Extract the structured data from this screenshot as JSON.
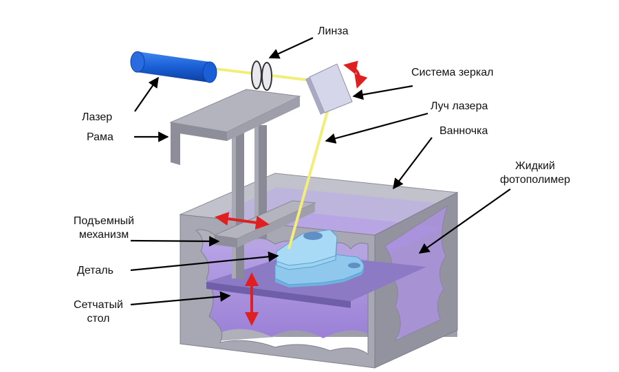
{
  "labels": {
    "lens": "Линза",
    "mirror_system": "Система зеркал",
    "laser_beam": "Луч лазера",
    "vat": "Ванночка",
    "liquid_photopolymer_line1": "Жидкий",
    "liquid_photopolymer_line2": "фотополимер",
    "laser": "Лазер",
    "frame": "Рама",
    "lifting_mechanism_line1": "Подъемный",
    "lifting_mechanism_line2": "механизм",
    "part": "Деталь",
    "mesh_table_line1": "Сетчатый",
    "mesh_table_line2": "стол"
  },
  "colors": {
    "laser_body": "#1a5fd6",
    "beam": "#f2ee7a",
    "vat_wall": "#a6a6b1",
    "vat_inner": "#c9bfe0",
    "photopolymer": "#a58fd8",
    "platform": "#8c7bc4",
    "part": "#8fc8ec",
    "frame": "#9b9ba6",
    "red_arrow": "#e02020"
  }
}
